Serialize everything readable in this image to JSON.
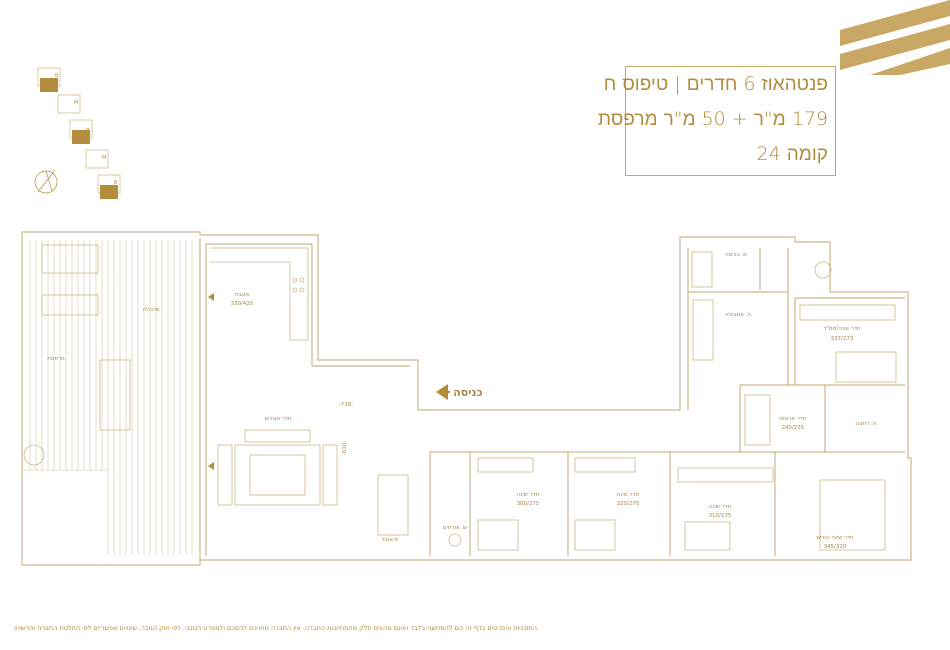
{
  "title": {
    "line1": "פנטהאוז 6 חדרים | טיפוס ח",
    "line2": "179 מ\"ר + 50 מ\"ר מרפסת",
    "line3": "קומה 24"
  },
  "keyplan": {
    "labels": [
      "B",
      "M",
      "B",
      "M",
      "B"
    ]
  },
  "rooms": {
    "pergola": "פרגולה",
    "terrace": "מרפסת",
    "kitchen": "מטבח",
    "kitchen_dims": "330/425",
    "living": "חדר מגורים",
    "living_len": "-730-",
    "living_width": "-610-",
    "dining": "פ.אוכל",
    "laundry": "מ. כביסה",
    "bath": "ח. אמבטיה",
    "master": "חדר שינה/ממ\"ד",
    "master_dims": "337/273",
    "parents_bath": "ח. רחצה",
    "wardrobe": "חדר ארונות",
    "wardrobe_dims": "245/235",
    "guest_wc": "ש. אורחים",
    "bed1": "חדר שינה",
    "bed1_dims": "300/275",
    "bed2": "חדר שינה",
    "bed2_dims": "320/275",
    "bed3": "חדר שינה",
    "bed3_dims": "310/275",
    "parents": "חדר שינה הורים",
    "parents_dims": "345/320"
  },
  "entrance": "כניסה",
  "footnote": "התוכניות והפרטים בדף זה הם להמחשה בלבד ואינם מהווים חלק מהתחייבות החברה. אין החברה מחויבת להסכם ולמפרט הטכני. לפי חוק המכר, שינויים אפשריים לפי החלטת החברה והרשויות.",
  "colors": {
    "gold": "#c9a865",
    "gold_dark": "#b38d3d",
    "line": "#cdb78a"
  }
}
